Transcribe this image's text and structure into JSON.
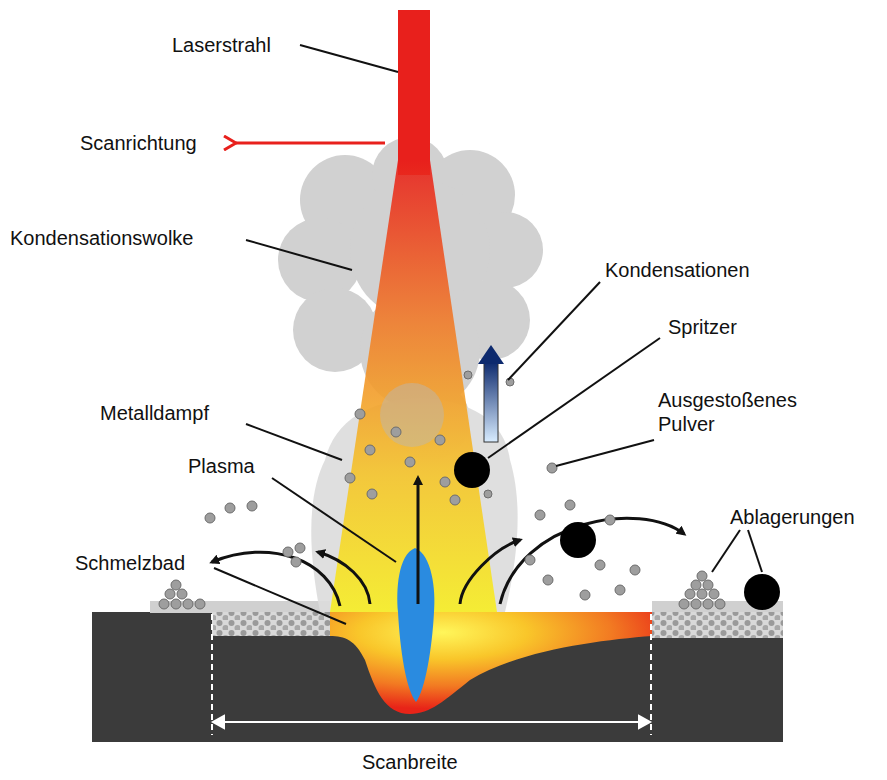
{
  "diagram": {
    "labels": [
      "Laserstrahl",
      "Scanrichtung",
      "Kondensationswolke",
      "Kondensationen",
      "Spritzer",
      "Metalldampf",
      "Ausgestoßenes Pulver",
      "Plasma",
      "Ablagerungen",
      "Schmelzbad",
      "Scanbreite"
    ]
  }
}
